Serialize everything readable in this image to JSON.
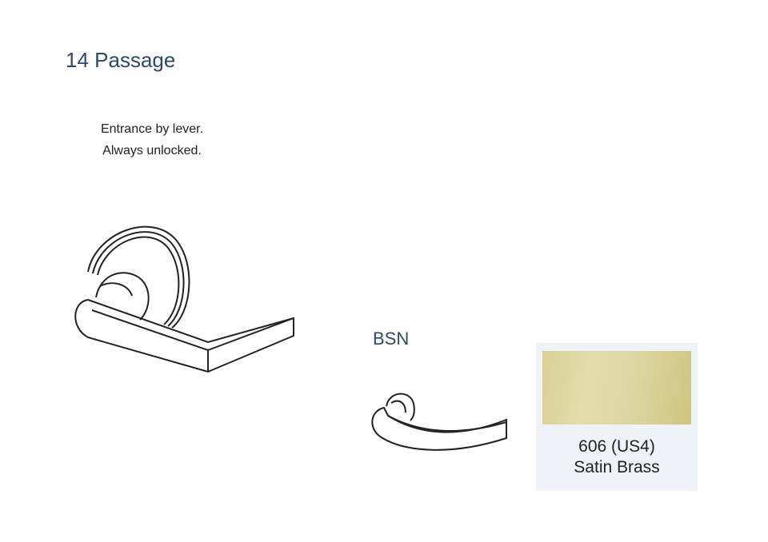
{
  "function": {
    "title": "14 Passage",
    "description_line1": "Entrance by lever.",
    "description_line2": "Always unlocked."
  },
  "lever": {
    "model": "BSN"
  },
  "finish": {
    "code": "606 (US4)",
    "name": "Satin Brass",
    "swatch_color": "#dcd49e"
  }
}
